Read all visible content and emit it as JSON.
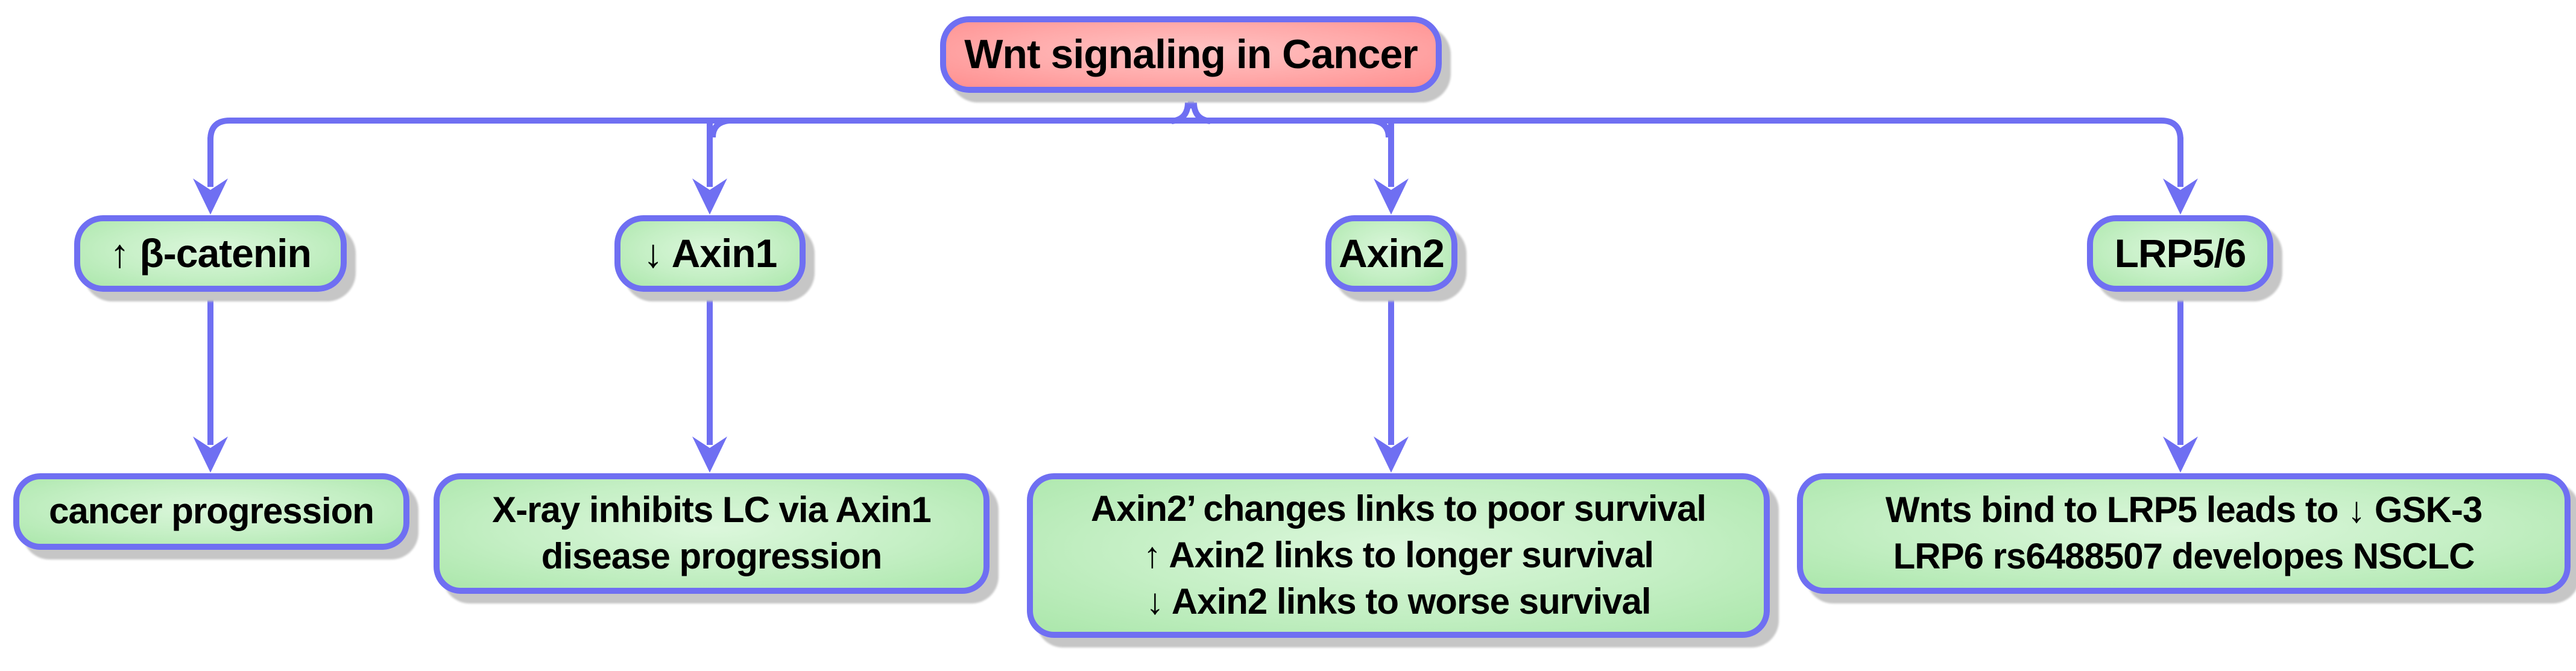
{
  "diagram": {
    "title_node": {
      "label": "Wnt signaling in Cancer"
    },
    "level2": [
      {
        "label": "↑ β-catenin"
      },
      {
        "label": "↓ Axin1"
      },
      {
        "label": "Axin2"
      },
      {
        "label": "LRP5/6"
      }
    ],
    "level3": [
      {
        "lines": [
          "cancer progression"
        ]
      },
      {
        "lines": [
          "X-ray inhibits LC via Axin1",
          "disease progression"
        ]
      },
      {
        "lines": [
          "Axin2’ changes links to poor survival",
          "↑ Axin2 links to longer survival",
          "↓ Axin2 links to worse survival"
        ]
      },
      {
        "lines": [
          "Wnts bind to LRP5 leads to ↓ GSK-3",
          "LRP6 rs6488507 developes NSCLC"
        ]
      }
    ],
    "colors": {
      "edge_and_border": "#6f6ff2",
      "root_fill_center": "#ffc4c4",
      "root_fill_edge": "#ff8f8f",
      "node_fill_center": "#dcf7dc",
      "node_fill_edge": "#abe7ab",
      "shadow": "#c6c6c6",
      "text": "#000000",
      "background": "#ffffff"
    }
  }
}
